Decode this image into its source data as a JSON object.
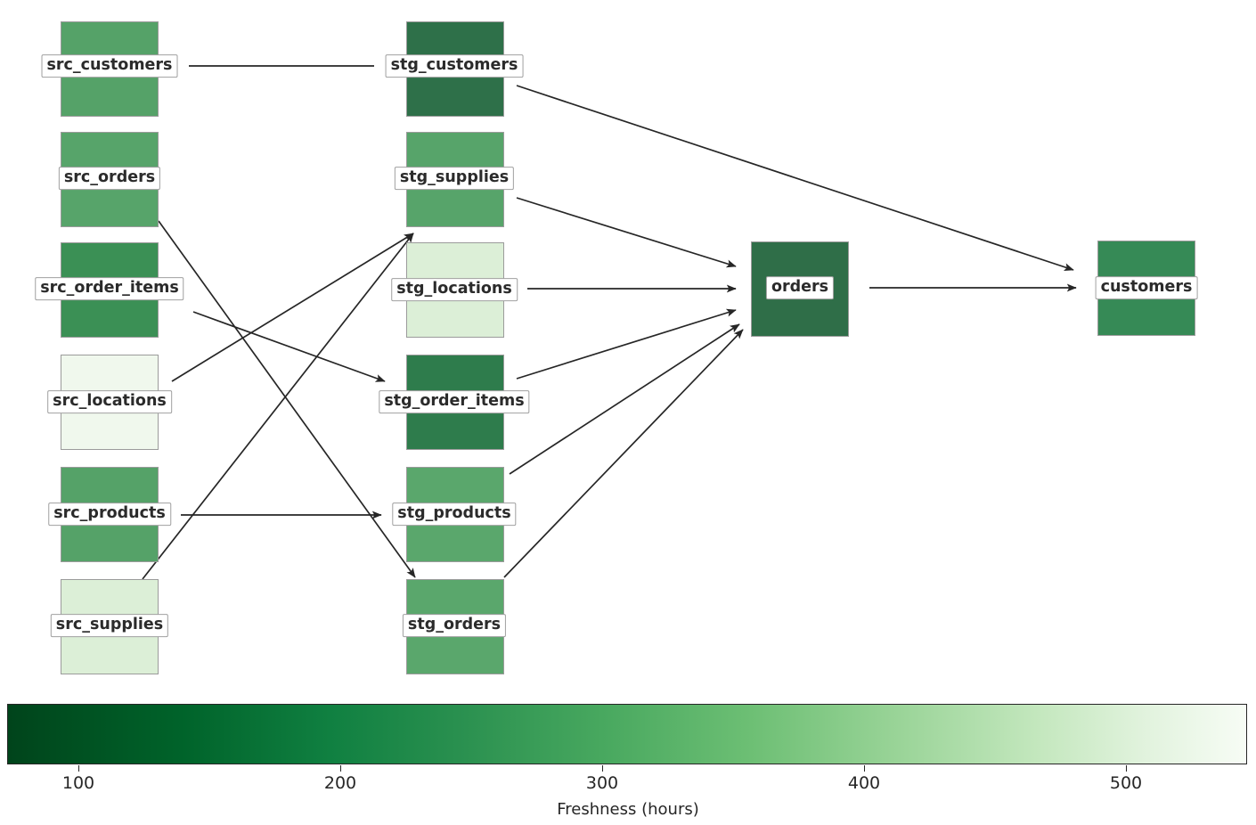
{
  "chart_data": {
    "type": "diagram",
    "title": "",
    "colorbar": {
      "label": "Freshness (hours)",
      "ticks": [
        100,
        200,
        300,
        400,
        500
      ],
      "tick_labels": [
        "100",
        "200",
        "300",
        "400",
        "500"
      ],
      "vmin": 60,
      "vmax": 560,
      "colormap": "Greens_r",
      "low_color": "#00441b",
      "high_color": "#f7fcf5"
    },
    "layers": [
      "source",
      "staging",
      "mart"
    ],
    "nodes": [
      {
        "id": "src_customers",
        "label": "src_customers",
        "layer": "source",
        "color": "#55a268",
        "freshness": 290
      },
      {
        "id": "src_orders",
        "label": "src_orders",
        "layer": "source",
        "color": "#57a46a",
        "freshness": 295
      },
      {
        "id": "src_order_items",
        "label": "src_order_items",
        "layer": "source",
        "color": "#3b9055",
        "freshness": 235
      },
      {
        "id": "src_locations",
        "label": "src_locations",
        "layer": "source",
        "color": "#f0f8ed",
        "freshness": 545
      },
      {
        "id": "src_products",
        "label": "src_products",
        "layer": "source",
        "color": "#55a268",
        "freshness": 290
      },
      {
        "id": "src_supplies",
        "label": "src_supplies",
        "layer": "source",
        "color": "#dcefd7",
        "freshness": 490
      },
      {
        "id": "stg_customers",
        "label": "stg_customers",
        "layer": "staging",
        "color": "#2e7049",
        "freshness": 150
      },
      {
        "id": "stg_supplies",
        "label": "stg_supplies",
        "layer": "staging",
        "color": "#57a46a",
        "freshness": 295
      },
      {
        "id": "stg_locations",
        "label": "stg_locations",
        "layer": "staging",
        "color": "#dcefd7",
        "freshness": 490
      },
      {
        "id": "stg_order_items",
        "label": "stg_order_items",
        "layer": "staging",
        "color": "#2e7c4c",
        "freshness": 180
      },
      {
        "id": "stg_products",
        "label": "stg_products",
        "layer": "staging",
        "color": "#5aa76c",
        "freshness": 300
      },
      {
        "id": "stg_orders",
        "label": "stg_orders",
        "layer": "staging",
        "color": "#5aa76c",
        "freshness": 300
      },
      {
        "id": "orders",
        "label": "orders",
        "layer": "mart",
        "color": "#2f6e48",
        "freshness": 145
      },
      {
        "id": "customers",
        "label": "customers",
        "layer": "mart",
        "color": "#368a56",
        "freshness": 210
      }
    ],
    "edges": [
      {
        "from": "src_customers",
        "to": "stg_customers",
        "arrow": false
      },
      {
        "from": "src_orders",
        "to": "stg_orders",
        "arrow": true
      },
      {
        "from": "src_order_items",
        "to": "stg_order_items",
        "arrow": true
      },
      {
        "from": "src_locations",
        "to": "stg_locations",
        "arrow": true
      },
      {
        "from": "src_products",
        "to": "stg_products",
        "arrow": true
      },
      {
        "from": "src_supplies",
        "to": "stg_supplies",
        "arrow": true
      },
      {
        "from": "stg_customers",
        "to": "customers",
        "arrow": true
      },
      {
        "from": "stg_supplies",
        "to": "orders",
        "arrow": true
      },
      {
        "from": "stg_locations",
        "to": "orders",
        "arrow": true
      },
      {
        "from": "stg_order_items",
        "to": "orders",
        "arrow": true
      },
      {
        "from": "stg_products",
        "to": "orders",
        "arrow": true
      },
      {
        "from": "stg_orders",
        "to": "orders",
        "arrow": true
      },
      {
        "from": "orders",
        "to": "customers",
        "arrow": true
      }
    ]
  },
  "nodes": {
    "src_customers": {
      "label": "src_customers"
    },
    "src_orders": {
      "label": "src_orders"
    },
    "src_order_items": {
      "label": "src_order_items"
    },
    "src_locations": {
      "label": "src_locations"
    },
    "src_products": {
      "label": "src_products"
    },
    "src_supplies": {
      "label": "src_supplies"
    },
    "stg_customers": {
      "label": "stg_customers"
    },
    "stg_supplies": {
      "label": "stg_supplies"
    },
    "stg_locations": {
      "label": "stg_locations"
    },
    "stg_order_items": {
      "label": "stg_order_items"
    },
    "stg_products": {
      "label": "stg_products"
    },
    "stg_orders": {
      "label": "stg_orders"
    },
    "orders": {
      "label": "orders"
    },
    "customers": {
      "label": "customers"
    }
  },
  "colorbar": {
    "title": "Freshness (hours)",
    "tick_labels": [
      "100",
      "200",
      "300",
      "400",
      "500"
    ]
  }
}
